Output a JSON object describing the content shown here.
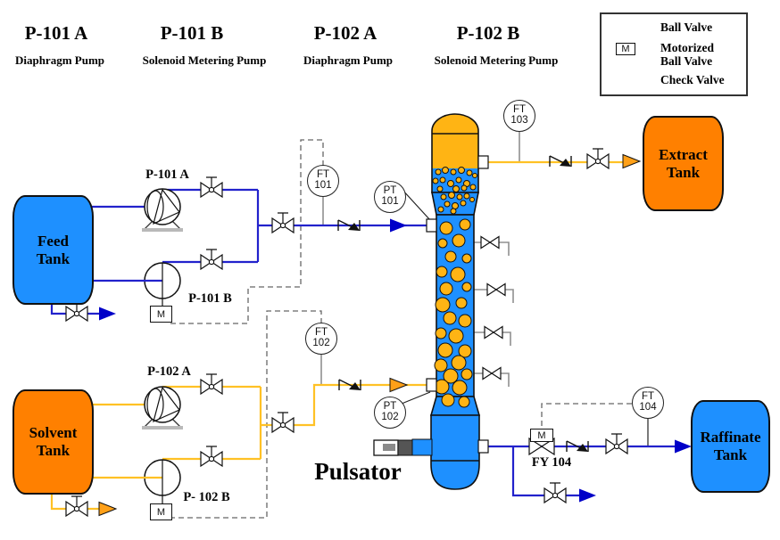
{
  "title_headers": [
    {
      "tag": "P-101 A",
      "desc": "Diaphragm Pump"
    },
    {
      "tag": "P-101 B",
      "desc": "Solenoid Metering Pump"
    },
    {
      "tag": "P-102 A",
      "desc": "Diaphragm Pump"
    },
    {
      "tag": "P-102 B",
      "desc": "Solenoid Metering Pump"
    }
  ],
  "legend": {
    "items": [
      {
        "icon": "ball-valve-icon",
        "label": "Ball Valve"
      },
      {
        "icon": "motorized-ball-valve-icon",
        "label": "Motorized Ball Valve"
      },
      {
        "icon": "check-valve-icon",
        "label": "Check Valve"
      }
    ]
  },
  "tanks": [
    {
      "name": "Feed Tank"
    },
    {
      "name": "Solvent Tank"
    },
    {
      "name": "Extract Tank"
    },
    {
      "name": "Raffinate Tank"
    }
  ],
  "pump_labels": [
    {
      "label": "P-101 A"
    },
    {
      "label": "P-101 B"
    },
    {
      "label": "P-102 A"
    },
    {
      "label": "P- 102 B"
    }
  ],
  "instruments": [
    {
      "tag": "FT",
      "number": "101"
    },
    {
      "tag": "FT",
      "number": "102"
    },
    {
      "tag": "FT",
      "number": "103"
    },
    {
      "tag": "FT",
      "number": "104"
    },
    {
      "tag": "PT",
      "number": "101"
    },
    {
      "tag": "PT",
      "number": "102"
    }
  ],
  "labels": {
    "pulsator": "Pulsator",
    "fy": "FY 104",
    "motor": "M"
  },
  "colors": {
    "process_blue": "#1E90FF",
    "tank_orange": "#FF8000",
    "droplet_orange": "#FFB414",
    "pipe_blue": "#2222CC",
    "pipe_yellow": "#FFC125"
  }
}
